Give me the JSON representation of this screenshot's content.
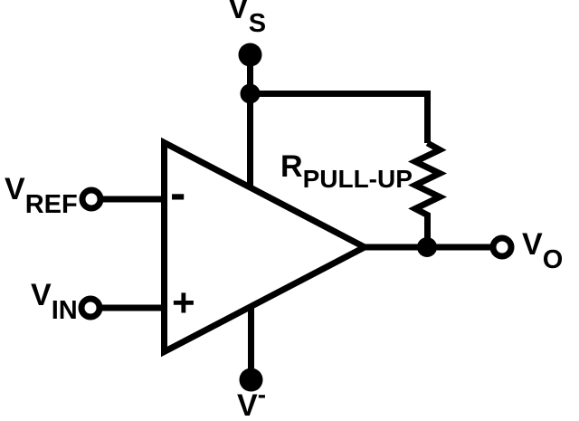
{
  "diagram": {
    "type": "comparator-with-pullup-schematic",
    "colors": {
      "line": "#000000",
      "background": "#ffffff"
    },
    "labels": {
      "vs": {
        "main": "V",
        "sub": "S"
      },
      "vref": {
        "main": "V",
        "sub": "REF"
      },
      "vin": {
        "main": "V",
        "sub": "IN"
      },
      "vo": {
        "main": "V",
        "sub": "O"
      },
      "v_minus": {
        "main": "V",
        "sup": "-"
      },
      "r_pullup": {
        "main": "R",
        "sub": "PULL-UP"
      },
      "opamp_inverting": "-",
      "opamp_noninverting": "+"
    }
  }
}
